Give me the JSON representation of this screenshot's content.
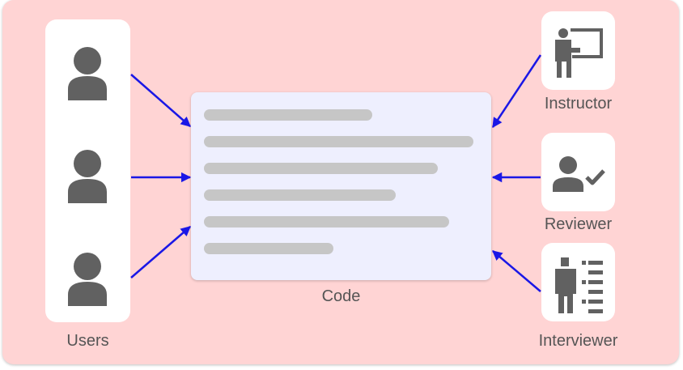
{
  "colors": {
    "background": "#ffd4d4",
    "card": "#ffffff",
    "code_block": "#eeeffe",
    "code_line": "#c6c6c6",
    "icon": "#616161",
    "arrow": "#1a17e6",
    "label": "#555555"
  },
  "users": {
    "label": "Users",
    "avatars": [
      {
        "icon": "person-icon"
      },
      {
        "icon": "person-icon"
      },
      {
        "icon": "person-icon"
      }
    ]
  },
  "code": {
    "label": "Code"
  },
  "roles": [
    {
      "id": "instructor",
      "label": "Instructor",
      "icon": "presenter-icon"
    },
    {
      "id": "reviewer",
      "label": "Reviewer",
      "icon": "person-check-icon"
    },
    {
      "id": "interviewer",
      "label": "Interviewer",
      "icon": "person-list-icon"
    }
  ],
  "edges": [
    {
      "from": "user-1",
      "to": "code"
    },
    {
      "from": "user-2",
      "to": "code"
    },
    {
      "from": "user-3",
      "to": "code"
    },
    {
      "from": "instructor",
      "to": "code"
    },
    {
      "from": "reviewer",
      "to": "code"
    },
    {
      "from": "interviewer",
      "to": "code"
    }
  ]
}
